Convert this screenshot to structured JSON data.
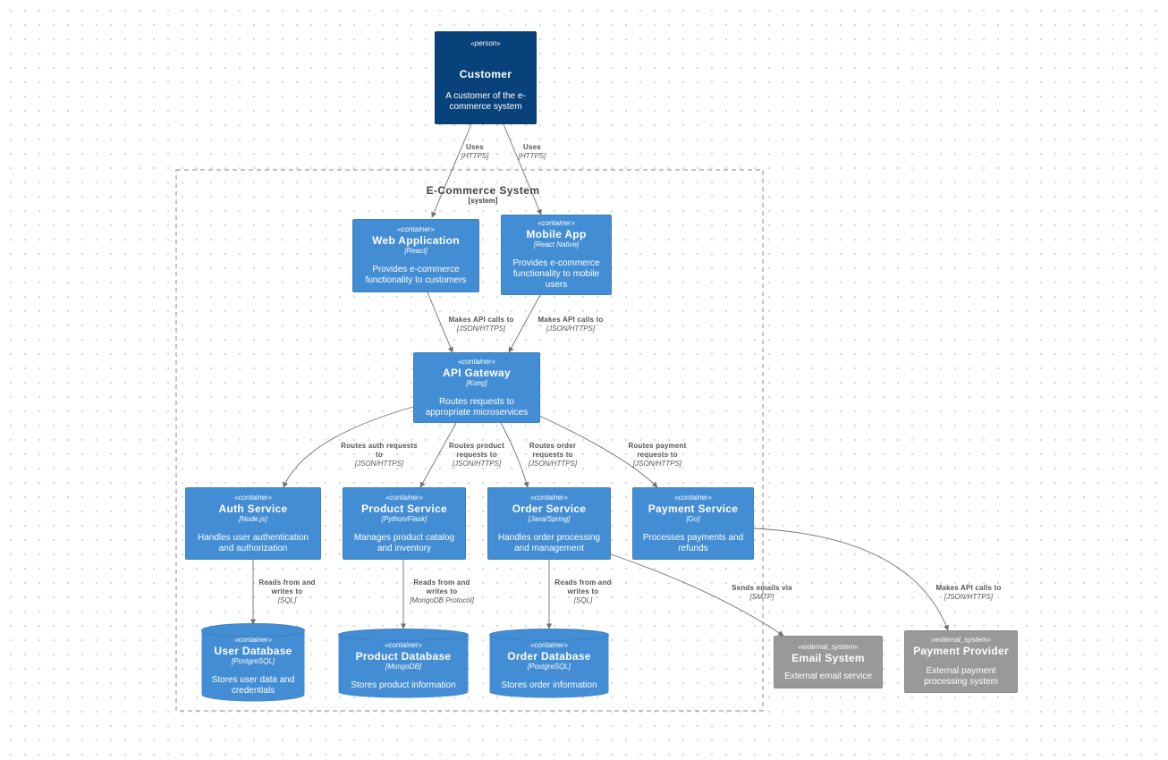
{
  "boundary": {
    "title": "E-Commerce System",
    "type": "[system]"
  },
  "nodes": {
    "customer": {
      "stereotype": "«person»",
      "title": "Customer",
      "description": "A customer of the e-commerce system"
    },
    "web_app": {
      "stereotype": "«container»",
      "title": "Web Application",
      "technology": "[React]",
      "description": "Provides e-commerce functionality to customers"
    },
    "mobile_app": {
      "stereotype": "«container»",
      "title": "Mobile App",
      "technology": "[React Native]",
      "description": "Provides e-commerce functionality to mobile users"
    },
    "api_gateway": {
      "stereotype": "«container»",
      "title": "API Gateway",
      "technology": "[Kong]",
      "description": "Routes requests to appropriate microservices"
    },
    "auth_service": {
      "stereotype": "«container»",
      "title": "Auth Service",
      "technology": "[Node.js]",
      "description": "Handles user authentication and authorization"
    },
    "product_service": {
      "stereotype": "«container»",
      "title": "Product Service",
      "technology": "[Python/Flask]",
      "description": "Manages product catalog and inventory"
    },
    "order_service": {
      "stereotype": "«container»",
      "title": "Order Service",
      "technology": "[Java/Spring]",
      "description": "Handles order processing and management"
    },
    "payment_service": {
      "stereotype": "«container»",
      "title": "Payment Service",
      "technology": "[Go]",
      "description": "Processes payments and refunds"
    },
    "user_db": {
      "stereotype": "«container»",
      "title": "User Database",
      "technology": "[PostgreSQL]",
      "description": "Stores user data and credentials"
    },
    "product_db": {
      "stereotype": "«container»",
      "title": "Product Database",
      "technology": "[MongoDB]",
      "description": "Stores product information"
    },
    "order_db": {
      "stereotype": "«container»",
      "title": "Order Database",
      "technology": "[PostgreSQL]",
      "description": "Stores order information"
    },
    "email_system": {
      "stereotype": "«external_system»",
      "title": "Email System",
      "description": "External email service"
    },
    "payment_provider": {
      "stereotype": "«external_system»",
      "title": "Payment Provider",
      "description": "External payment processing system"
    }
  },
  "relations": {
    "cust_web": {
      "label": "Uses",
      "technology": "[HTTPS]"
    },
    "cust_mobile": {
      "label": "Uses",
      "technology": "[HTTPS]"
    },
    "web_api": {
      "label": "Makes API calls to",
      "technology": "[JSON/HTTPS]"
    },
    "mobile_api": {
      "label": "Makes API calls to",
      "technology": "[JSON/HTTPS]"
    },
    "api_auth": {
      "label_line1": "Routes auth requests",
      "label_line2": "to",
      "technology": "[JSON/HTTPS]"
    },
    "api_product": {
      "label_line1": "Routes product",
      "label_line2": "requests to",
      "technology": "[JSON/HTTPS]"
    },
    "api_order": {
      "label_line1": "Routes order",
      "label_line2": "requests to",
      "technology": "[JSON/HTTPS]"
    },
    "api_payment": {
      "label_line1": "Routes payment",
      "label_line2": "requests to",
      "technology": "[JSON/HTTPS]"
    },
    "auth_userdb": {
      "label_line1": "Reads from and",
      "label_line2": "writes to",
      "technology": "[SQL]"
    },
    "product_productdb": {
      "label_line1": "Reads from and",
      "label_line2": "writes to",
      "technology": "[MongoDB Protocol]"
    },
    "order_orderdb": {
      "label_line1": "Reads from and",
      "label_line2": "writes to",
      "technology": "[SQL]"
    },
    "order_email": {
      "label": "Sends emails via",
      "technology": "[SMTP]"
    },
    "payment_provider": {
      "label": "Makes API calls to",
      "technology": "[JSON/HTTPS]"
    }
  },
  "colors": {
    "person": "#08427b",
    "container": "#438dd5",
    "external": "#999999",
    "edge": "#707070",
    "boundary": "#8a8a8a"
  }
}
